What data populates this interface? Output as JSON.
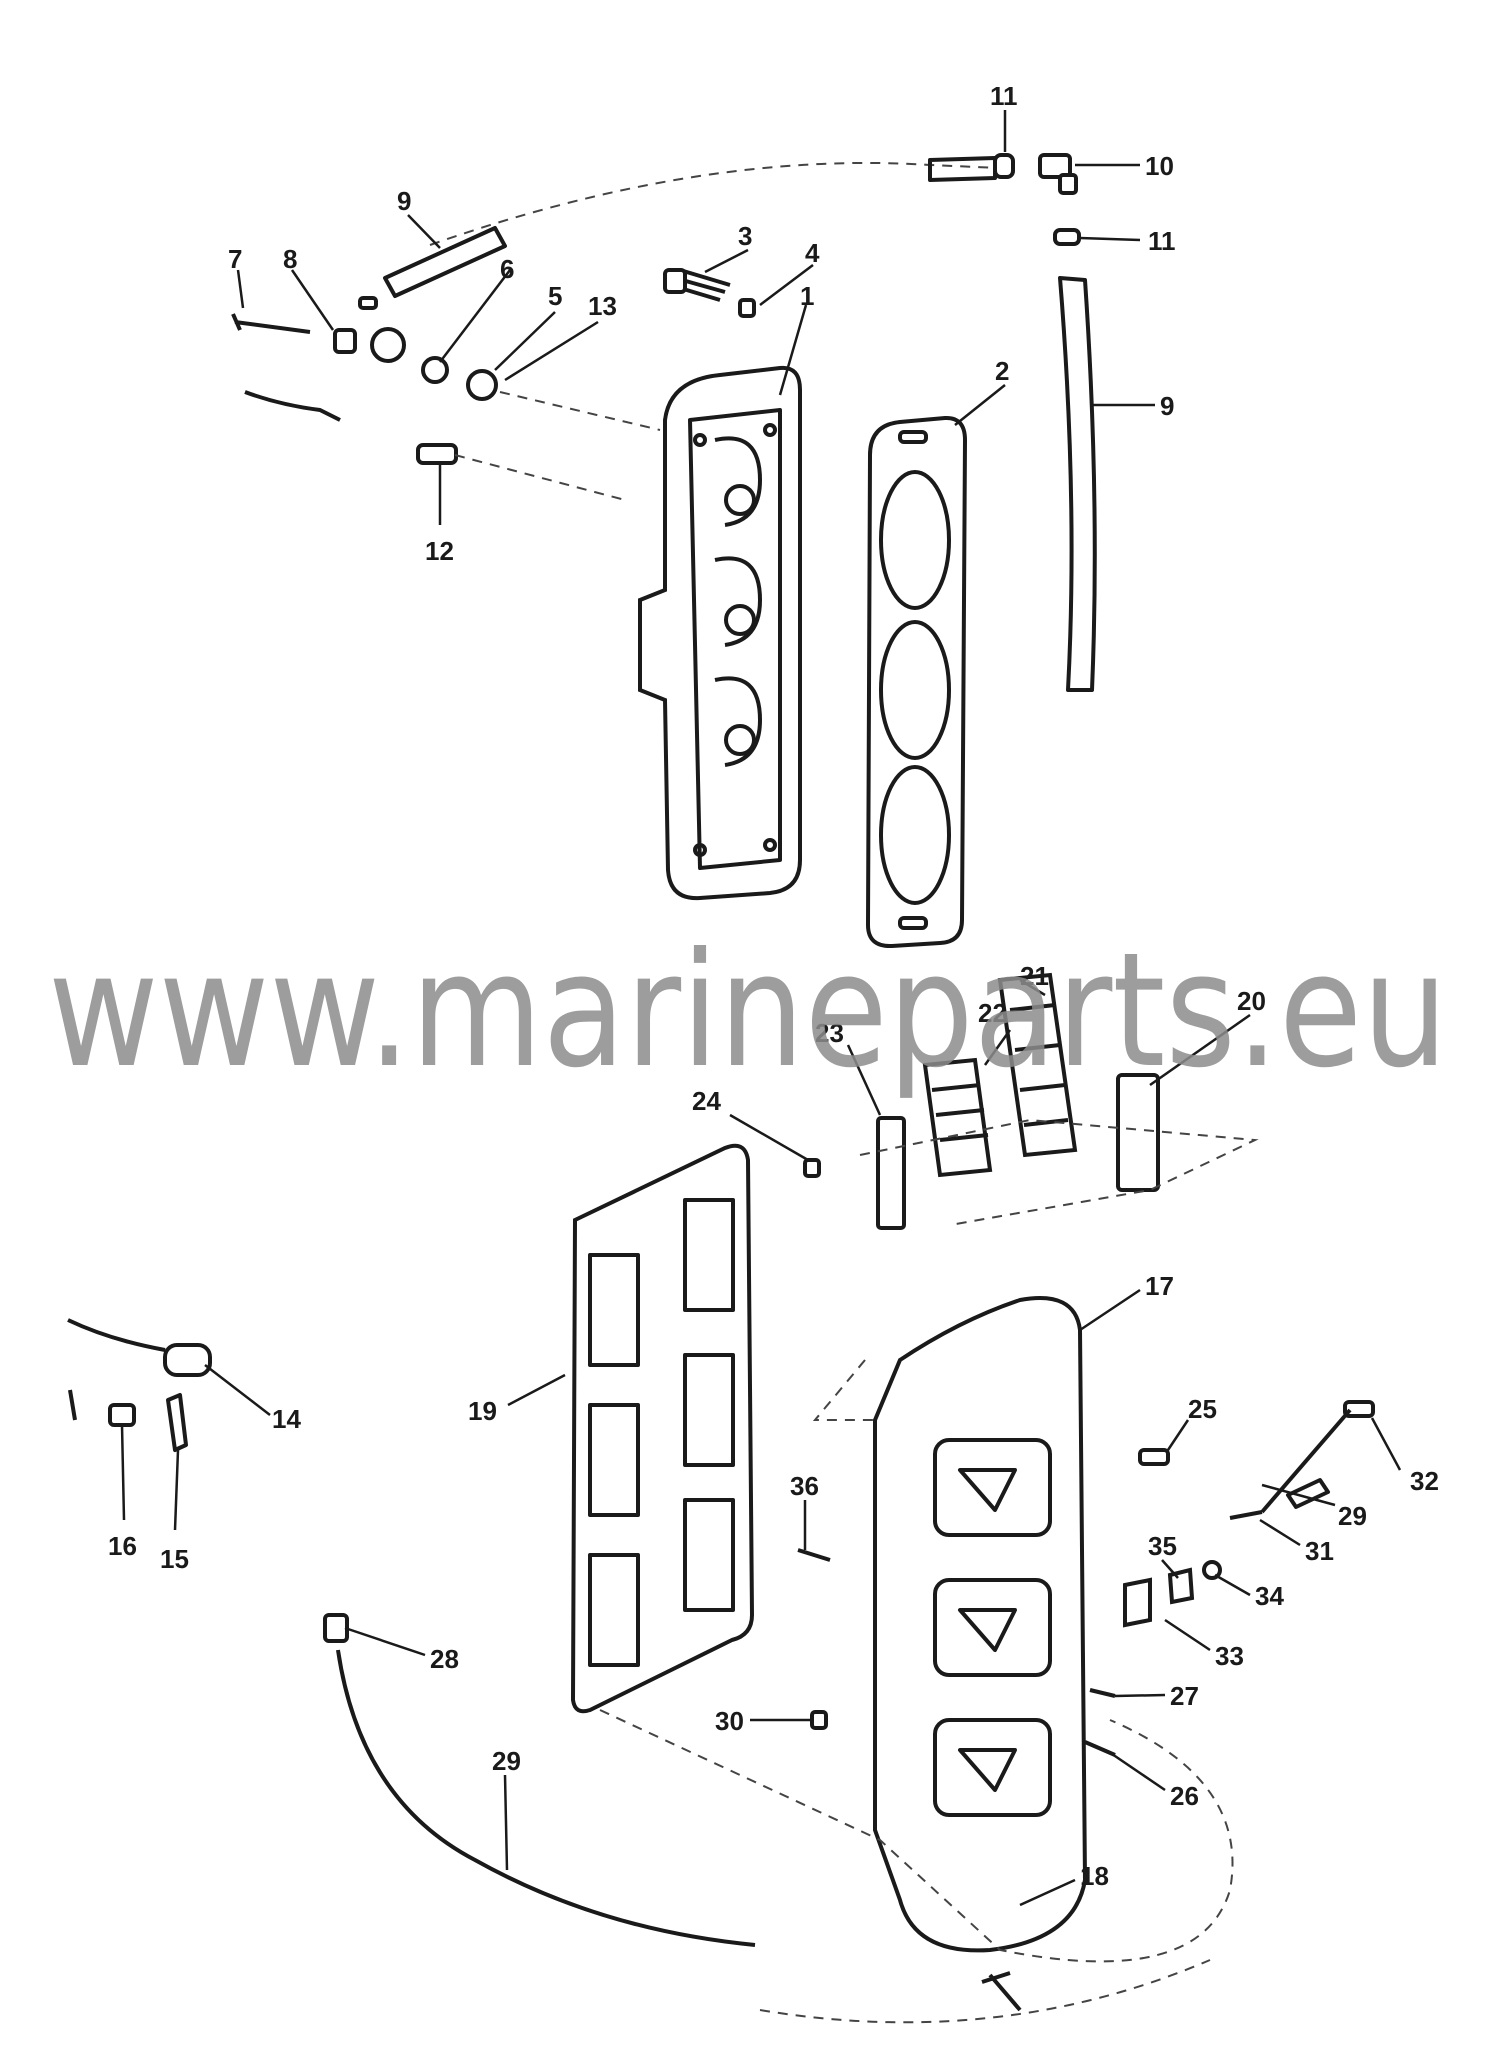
{
  "watermark": "www.marineparts.eu",
  "callouts": [
    {
      "id": "c1",
      "text": "1"
    },
    {
      "id": "c2",
      "text": "2"
    },
    {
      "id": "c3",
      "text": "3"
    },
    {
      "id": "c4",
      "text": "4"
    },
    {
      "id": "c5",
      "text": "5"
    },
    {
      "id": "c6",
      "text": "6"
    },
    {
      "id": "c7",
      "text": "7"
    },
    {
      "id": "c8",
      "text": "8"
    },
    {
      "id": "c9a",
      "text": "9"
    },
    {
      "id": "c9b",
      "text": "9"
    },
    {
      "id": "c10",
      "text": "10"
    },
    {
      "id": "c11a",
      "text": "11"
    },
    {
      "id": "c11b",
      "text": "11"
    },
    {
      "id": "c12",
      "text": "12"
    },
    {
      "id": "c13",
      "text": "13"
    },
    {
      "id": "c14",
      "text": "14"
    },
    {
      "id": "c15",
      "text": "15"
    },
    {
      "id": "c16",
      "text": "16"
    },
    {
      "id": "c17",
      "text": "17"
    },
    {
      "id": "c18",
      "text": "18"
    },
    {
      "id": "c19",
      "text": "19"
    },
    {
      "id": "c20",
      "text": "20"
    },
    {
      "id": "c21",
      "text": "21"
    },
    {
      "id": "c22",
      "text": "22"
    },
    {
      "id": "c23",
      "text": "23"
    },
    {
      "id": "c24",
      "text": "24"
    },
    {
      "id": "c25",
      "text": "25"
    },
    {
      "id": "c26",
      "text": "26"
    },
    {
      "id": "c27",
      "text": "27"
    },
    {
      "id": "c28",
      "text": "28"
    },
    {
      "id": "c29a",
      "text": "29"
    },
    {
      "id": "c29b",
      "text": "29"
    },
    {
      "id": "c30",
      "text": "30"
    },
    {
      "id": "c31",
      "text": "31"
    },
    {
      "id": "c32",
      "text": "32"
    },
    {
      "id": "c33",
      "text": "33"
    },
    {
      "id": "c34",
      "text": "34"
    },
    {
      "id": "c35",
      "text": "35"
    },
    {
      "id": "c36",
      "text": "36"
    }
  ]
}
